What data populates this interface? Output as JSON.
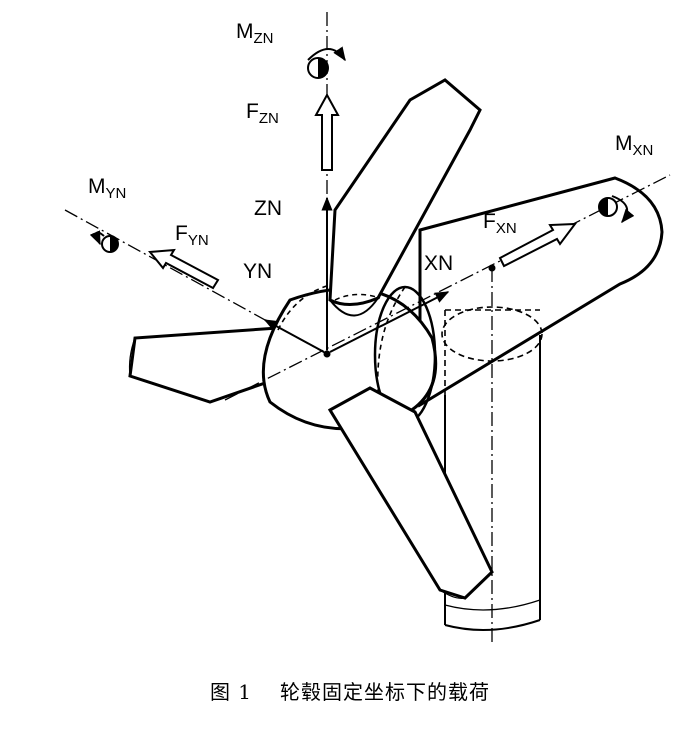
{
  "labels": {
    "m_zn": {
      "main": "M",
      "sub": "ZN"
    },
    "f_zn": {
      "main": "F",
      "sub": "ZN"
    },
    "zn": "ZN",
    "m_yn": {
      "main": "M",
      "sub": "YN"
    },
    "f_yn": {
      "main": "F",
      "sub": "YN"
    },
    "yn": "YN",
    "xn": "XN",
    "f_xn": {
      "main": "F",
      "sub": "XN"
    },
    "m_xn": {
      "main": "M",
      "sub": "XN"
    }
  },
  "caption": {
    "number": "图 1",
    "text": "轮毂固定坐标下的载荷"
  }
}
